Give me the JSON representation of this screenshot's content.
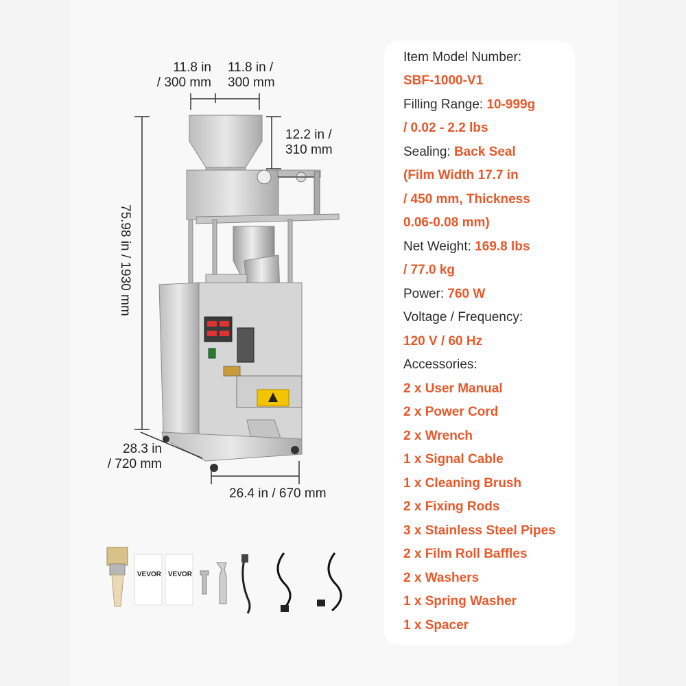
{
  "dimensions": {
    "hopper_width_left": [
      "11.8 in",
      "/ 300 mm"
    ],
    "hopper_width_right": [
      "11.8 in /",
      "300 mm"
    ],
    "hopper_height": [
      "12.2 in /",
      "310 mm"
    ],
    "total_height": "75.98 in / 1930 mm",
    "depth": [
      "28.3 in",
      "/ 720 mm"
    ],
    "width": "26.4 in / 670 mm"
  },
  "accessory_labels": {
    "manual_brand_1": "VEVOR",
    "manual_brand_2": "VEVOR"
  },
  "specs": {
    "model_label": "Item Model Number:",
    "model_value": "SBF-1000-V1",
    "filling_label": "Filling Range: ",
    "filling_value_1": "10-999g",
    "filling_value_2": "/ 0.02 - 2.2 lbs",
    "sealing_label": "Sealing: ",
    "sealing_value_1": "Back Seal",
    "sealing_value_2": "(Film Width 17.7 in",
    "sealing_value_3": "/ 450 mm, Thickness",
    "sealing_value_4": "0.06-0.08 mm)",
    "weight_label": "Net Weight: ",
    "weight_value_1": "169.8 lbs",
    "weight_value_2": "/ 77.0 kg",
    "power_label": "Power: ",
    "power_value": "760 W",
    "voltage_label": "Voltage / Frequency:",
    "voltage_value": "120 V / 60 Hz",
    "accessories_label": "Accessories:",
    "accessories": [
      "2 x User Manual",
      "2 x Power Cord",
      "2 x Wrench",
      "1 x Signal Cable",
      "1 x Cleaning Brush",
      "2 x Fixing Rods",
      "3 x Stainless Steel Pipes",
      "2 x Film Roll Baffles",
      "2 x Washers",
      "1 x Spring Washer",
      "1 x Spacer"
    ]
  },
  "colors": {
    "accent": "#e8582a",
    "text": "#2b2b2b",
    "steel": "#c9c9c9"
  }
}
